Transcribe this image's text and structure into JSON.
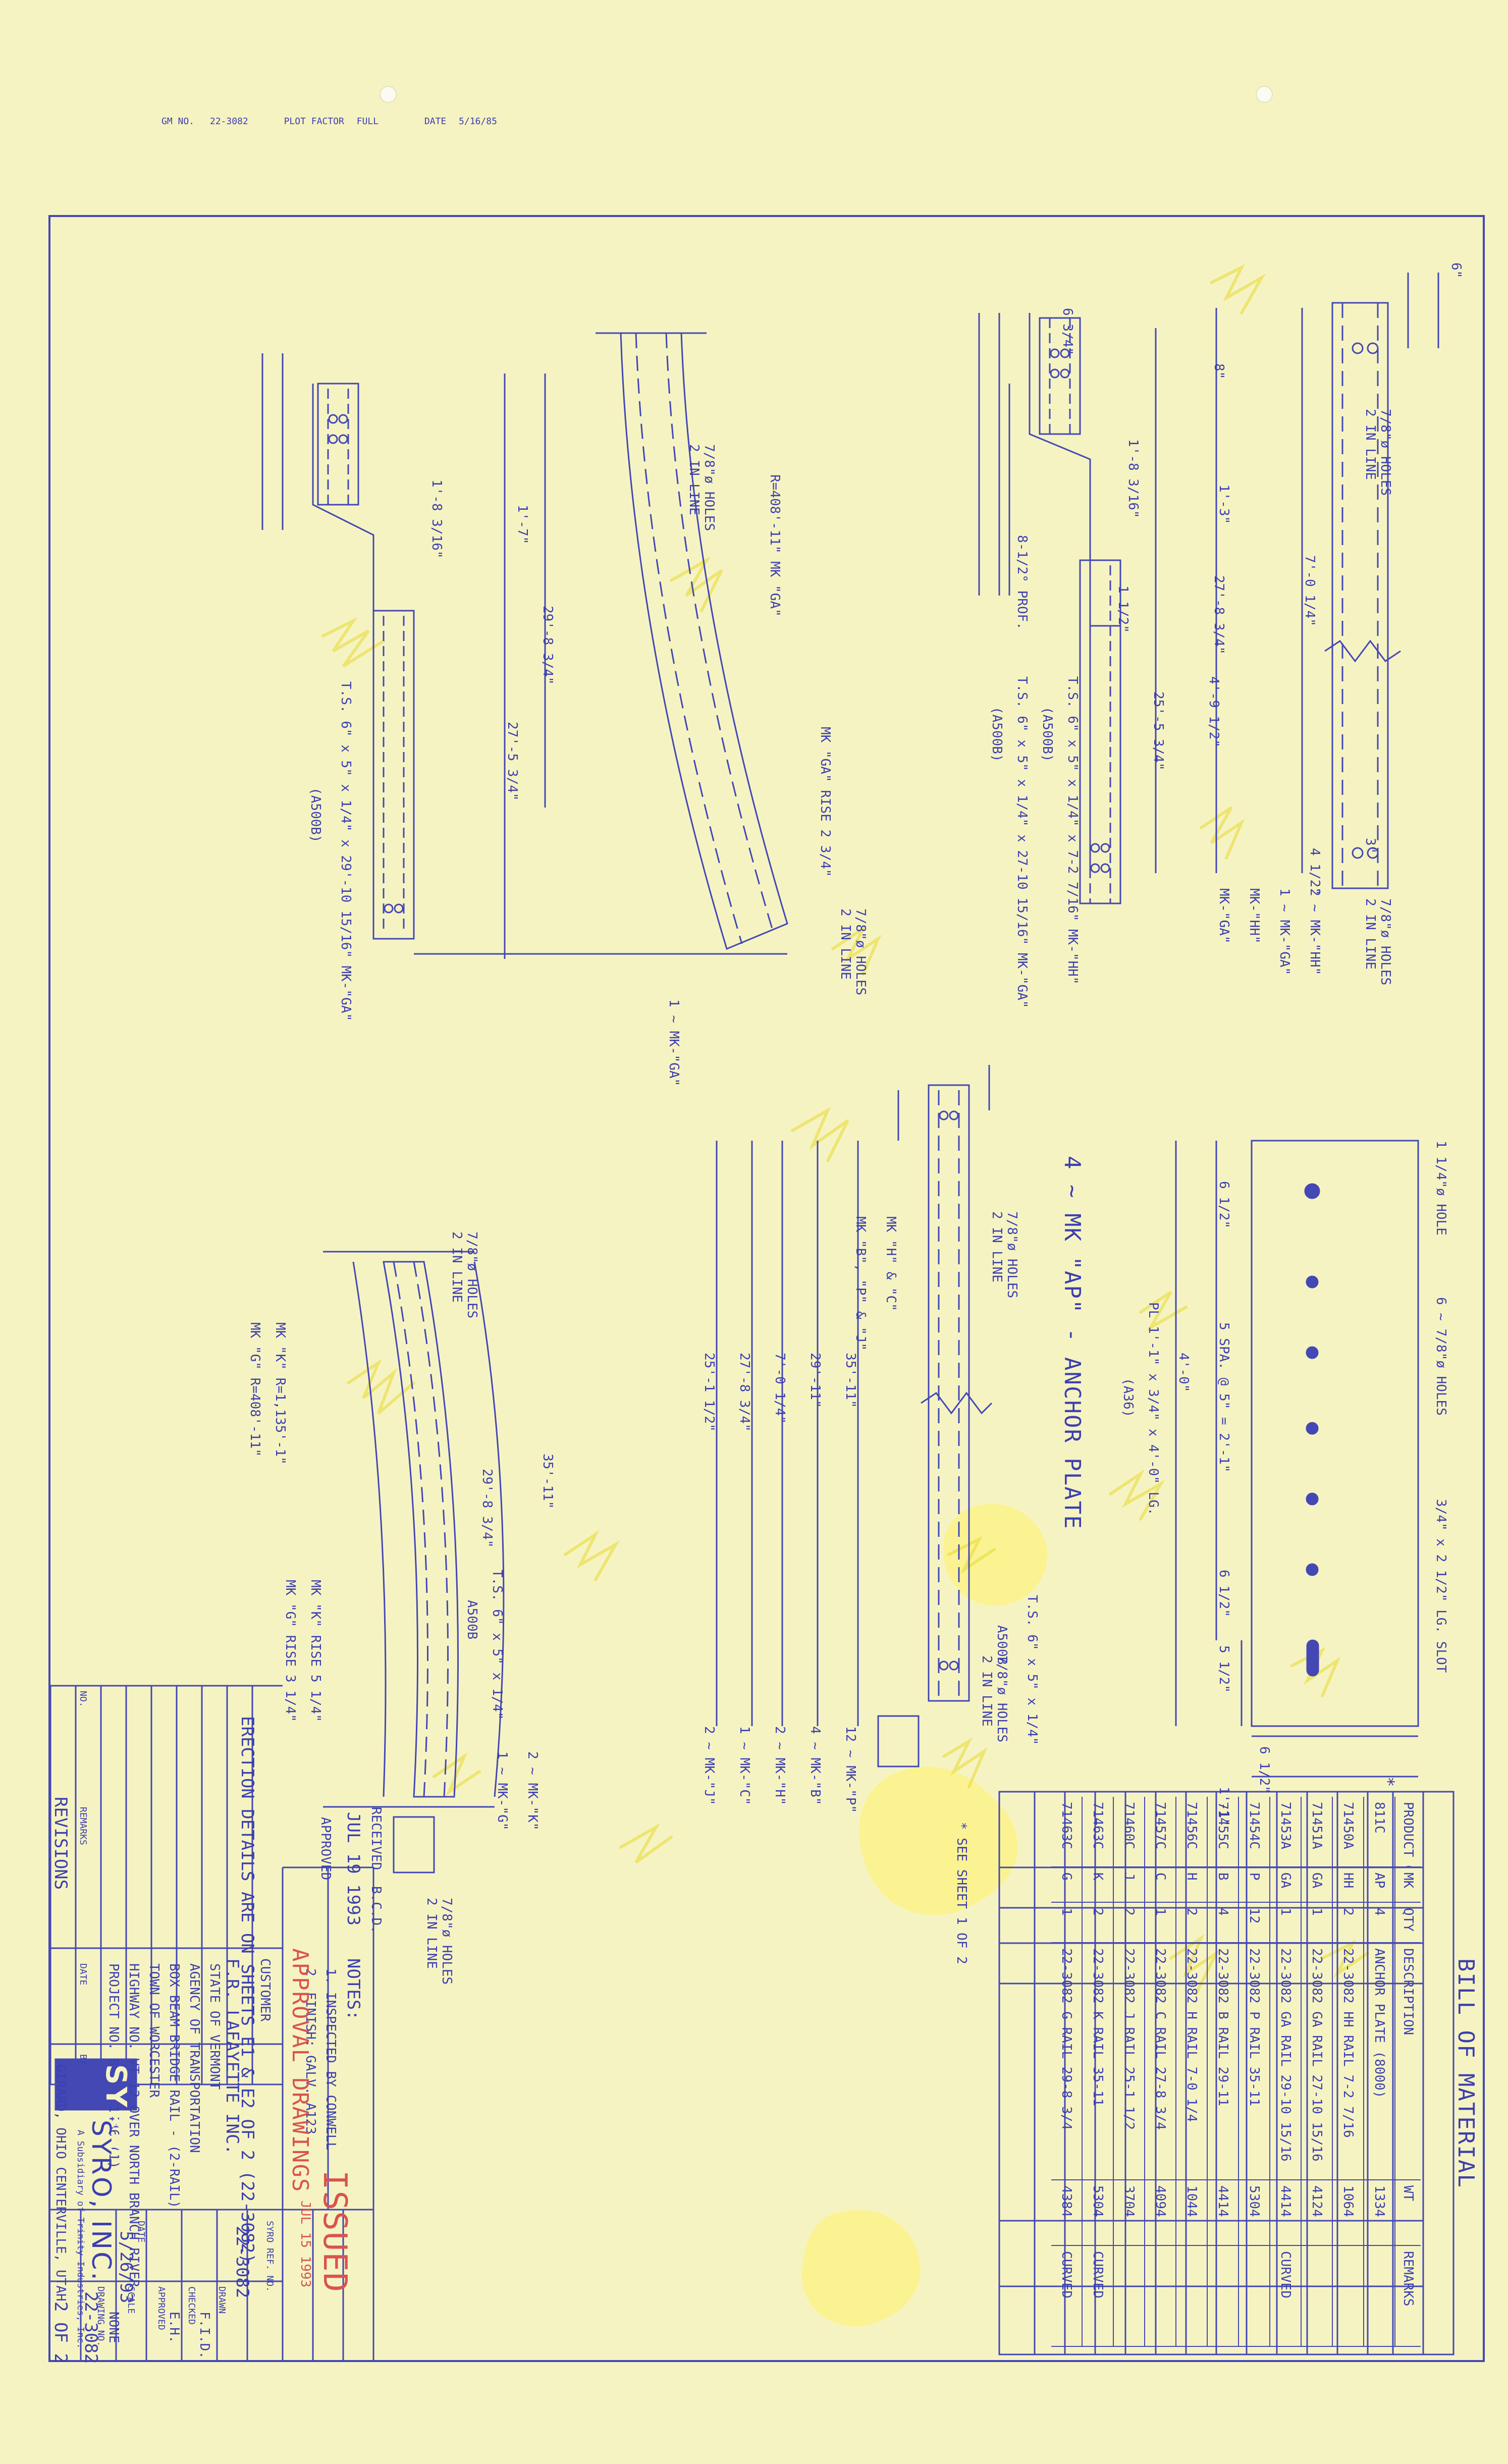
{
  "header": {
    "gm_label": "GM NO.",
    "gm_value": "22-3082",
    "plot_factor_label": "PLOT FACTOR",
    "plot_factor_value": "FULL",
    "date_label": "DATE",
    "date_value": "5/16/85"
  },
  "bom": {
    "title": "BILL OF MATERIAL",
    "headers": [
      "PRODUCT CODE",
      "MK",
      "QTY",
      "DESCRIPTION",
      "WT",
      "REMARKS"
    ],
    "rows": [
      [
        "811C",
        "AP",
        "4",
        "ANCHOR PLATE (8000)",
        "1334",
        ""
      ],
      [
        "71450A",
        "HH",
        "2",
        "22-3082 HH RAIL 7-2 7/16",
        "1064",
        ""
      ],
      [
        "71451A",
        "GA",
        "1",
        "22-3082 GA RAIL 27-10 15/16",
        "4124",
        ""
      ],
      [
        "71453A",
        "GA",
        "1",
        "22-3082 GA RAIL 29-10 15/16",
        "4414",
        "CURVED"
      ],
      [
        "71454C",
        "P",
        "12",
        "22-3082 P RAIL 35-11",
        "5304",
        ""
      ],
      [
        "71455C",
        "B",
        "4",
        "22-3082 B RAIL 29-11",
        "4414",
        ""
      ],
      [
        "71456C",
        "H",
        "2",
        "22-3082 H RAIL 7-0 1/4",
        "1044",
        ""
      ],
      [
        "71457C",
        "C",
        "1",
        "22-3082 C RAIL 27-8 3/4",
        "4094",
        ""
      ],
      [
        "71460C",
        "J",
        "2",
        "22-3082 J RAIL 25-1 1/2",
        "3704",
        ""
      ],
      [
        "71463C",
        "K",
        "2",
        "22-3082 K RAIL 35-11",
        "5304",
        "CURVED"
      ],
      [
        "71463C",
        "G",
        "1",
        "22-3082 G RAIL 29-8 3/4",
        "4384",
        "CURVED"
      ]
    ],
    "footnote": "* SEE SHEET 1 OF 2",
    "star": "*"
  },
  "anchor_plate": {
    "title": "4 ~ MK \"AP\" - ANCHOR PLATE",
    "hole": "1 1/4\"ø HOLE",
    "holes": "6 ~ 7/8\"ø HOLES",
    "slot": "3/4\" x 2 1/2\" LG. SLOT",
    "plate": "PL 1'-1\" x 3/4\" x 4'-0\" LG.",
    "spec": "(A36)",
    "spacing": "5 SPA. @ 5\" = 2'-1\"",
    "length": "4'-0\"",
    "edge_a": "6 1/2\"",
    "edge_b": "6 1/2\"",
    "edge_c": "5 1/2\"",
    "width_a": "6 1/2\"",
    "width_b": "1'-1\""
  },
  "detail_ga": {
    "holes": "7/8\"ø HOLES",
    "inline": "2 IN LINE",
    "mk_a": "2 ~ MK-\"HH\"",
    "mk_b": "1 ~ MK-\"GA\"",
    "mk_c": "MK-\"HH\"",
    "mk_d": "MK-\"GA\"",
    "ts_a": "T.S. 6\" x 5\" x 1/4\" x 7-2 7/16\" MK-\"HH\"",
    "ts_b": "T.S. 6\" x 5\" x 1/4\" x 27-10 15/16\" MK-\"GA\"",
    "spec": "(A500B)",
    "dim_a": "7'-0 1/4\"",
    "dim_b": "27'-8 3/4\"",
    "dim_c": "25'-5 3/4\"",
    "dim_d": "4'-9 1/2\"",
    "dim_e": "1'-8 3/16\"",
    "dim_f": "8\"",
    "dim_g": "1'-3\"",
    "dim_h": "6 3/4\"",
    "dim_i": "6\"",
    "dim_j": "3\"",
    "dim_k": "1 1/2\"",
    "dim_l": "4 1/2\"",
    "bend": "8-1/2° PROF."
  },
  "detail_curved": {
    "holes": "7/8\"ø HOLES",
    "inline": "2 IN LINE",
    "radius": "R=408'-11\" MK \"GA\"",
    "rise": "MK \"GA\" RISE 2 3/4\"",
    "mk": "1 ~ MK-\"GA\"",
    "ts": "T.S. 6\" x 5\" x 1/4\" x 29'-10 15/16\" MK-\"GA\"",
    "spec": "(A500B)",
    "dim_a": "29'-8 3/4\"",
    "dim_b": "27'-5 3/4\"",
    "dim_c": "1'-7\"",
    "dim_d": "1'-8 3/16\""
  },
  "detail_straight": {
    "holes": "7/8\"ø HOLES",
    "inline": "2 IN LINE",
    "mk_h": "MK \"H\" & \"C\"",
    "mk_b": "MK \"B\", \"P\" & \"J\"",
    "ts": "T.S. 6\" x 5\" x 1/4\"",
    "spec": "A500B",
    "rows": [
      "12 ~ MK-\"P\"",
      "4 ~ MK-\"B\"",
      "2 ~ MK-\"H\"",
      "1 ~ MK-\"C\"",
      "2 ~ MK-\"J\""
    ],
    "dims": [
      "35'-11\"",
      "29'-11\"",
      "7'-0 1/4\"",
      "27'-8 3/4\"",
      "25'-1 1/2\""
    ]
  },
  "detail_k": {
    "holes": "7/8\"ø HOLES",
    "inline": "2 IN LINE",
    "radius_a": "MK \"K\" R=1,135'-1\"",
    "radius_b": "MK \"G\" R=408'-11\"",
    "rise_a": "MK \"K\" RISE 5 1/4\"",
    "rise_b": "MK \"G\" RISE 3 1/4\"",
    "mk_a": "2 ~ MK-\"K\"",
    "mk_b": "1 ~ MK-\"G\"",
    "ts": "T.S. 6\" x 5\" x 1/4\"",
    "spec": "A500B",
    "dim_a": "35'-11\"",
    "dim_b": "29'-8 3/4\""
  },
  "notes": {
    "erection": "ERECTION DETAILS ARE ON SHEETS E1 & E2 OF 2 (22-3082)",
    "title": "NOTES:",
    "n1": "1. INSPECTED BY CONWELL",
    "n2": "2. FINISH: GALV. A123"
  },
  "stamps": {
    "received": "RECEIVED",
    "received_by": "B.C.D.",
    "received_date": "JUL 19 1993",
    "approved": "APPROVED",
    "approval": "APPROVAL DRAWINGS",
    "issued": "ISSUED",
    "issued_date": "JUL 15 1993"
  },
  "title_block": {
    "customer_label": "CUSTOMER",
    "customer": "F.R. LAFAYETTE INC.",
    "syro_ref_label": "SYRO REF. NO.",
    "syro_ref": "22-3082",
    "project_lines": [
      "STATE OF VERMONT",
      "AGENCY OF TRANSPORTATION",
      "BOX BEAM BRIDGE RAIL - (2-RAIL)",
      "TOWN OF WORCESTER",
      "HIGHWAY NO. VT 12 OVER NORTH BRANCH RIVER",
      "PROJECT NO. BRZ - 1446 (1)"
    ],
    "drawn_label": "DRAWN",
    "drawn": "F.I.D.",
    "checked_label": "CHECKED",
    "checked": "E.H.",
    "approved_label": "APPROVED",
    "scale_label": "SCALE",
    "scale": "NONE",
    "date_label": "DATE",
    "date": "5/26/93",
    "drawing_label": "DRAWING NO.",
    "drawing_no": "22-3082",
    "sheet": "2 OF 2",
    "company_logo": "SYRO",
    "company": "SYRO, INC.",
    "subsidiary": "A Subsidiary of Trinity Industries, Inc.",
    "cities": "GIRARD, OHIO    CENTERVILLE, UTAH"
  },
  "revisions": {
    "title": "REVISIONS",
    "no": "NO.",
    "remarks": "REMARKS",
    "date": "DATE",
    "by": "BY"
  }
}
